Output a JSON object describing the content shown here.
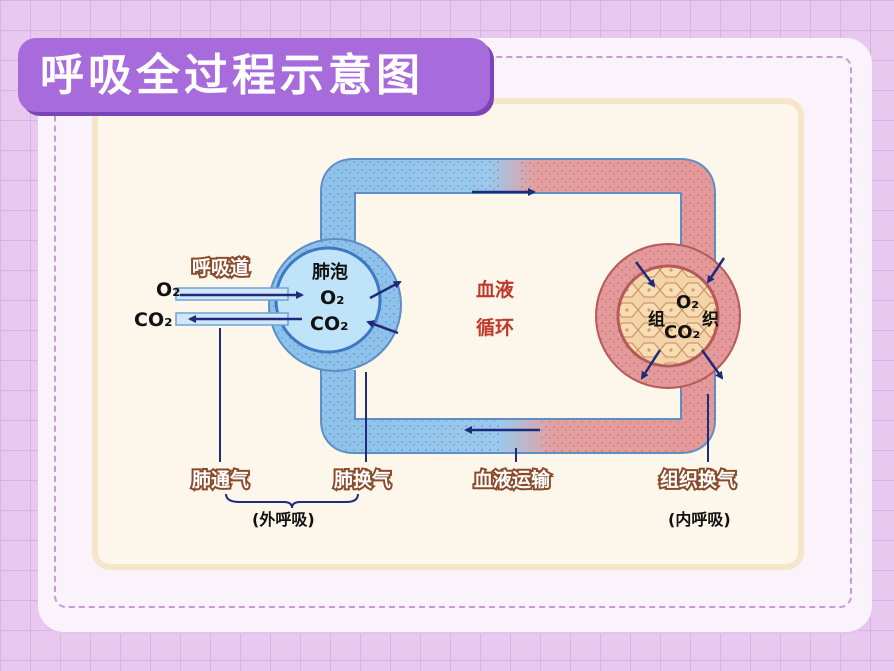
{
  "title": "呼吸全过程示意图",
  "airway": {
    "label": "呼吸道",
    "o2": "O₂",
    "co2": "CO₂"
  },
  "alveolus": {
    "label": "肺泡",
    "o2": "O₂",
    "co2": "CO₂"
  },
  "circulation": {
    "line1": "血液",
    "line2": "循环"
  },
  "tissue": {
    "label_left": "组",
    "label_right": "织",
    "o2": "O₂",
    "co2": "CO₂"
  },
  "bottom_labels": {
    "pulmonary_ventilation": "肺通气",
    "pulmonary_exchange": "肺换气",
    "blood_transport": "血液运输",
    "tissue_exchange": "组织换气",
    "external_respiration": "(外呼吸)",
    "internal_respiration": "(内呼吸)"
  },
  "colors": {
    "background": "#e9c8ef",
    "title_badge": "#a86bdc",
    "venous_blue": "#8ec2ea",
    "arterial_red": "#e49a9a",
    "label_brown": "#8a4a2a",
    "arrow_navy": "#1f2a7a"
  }
}
